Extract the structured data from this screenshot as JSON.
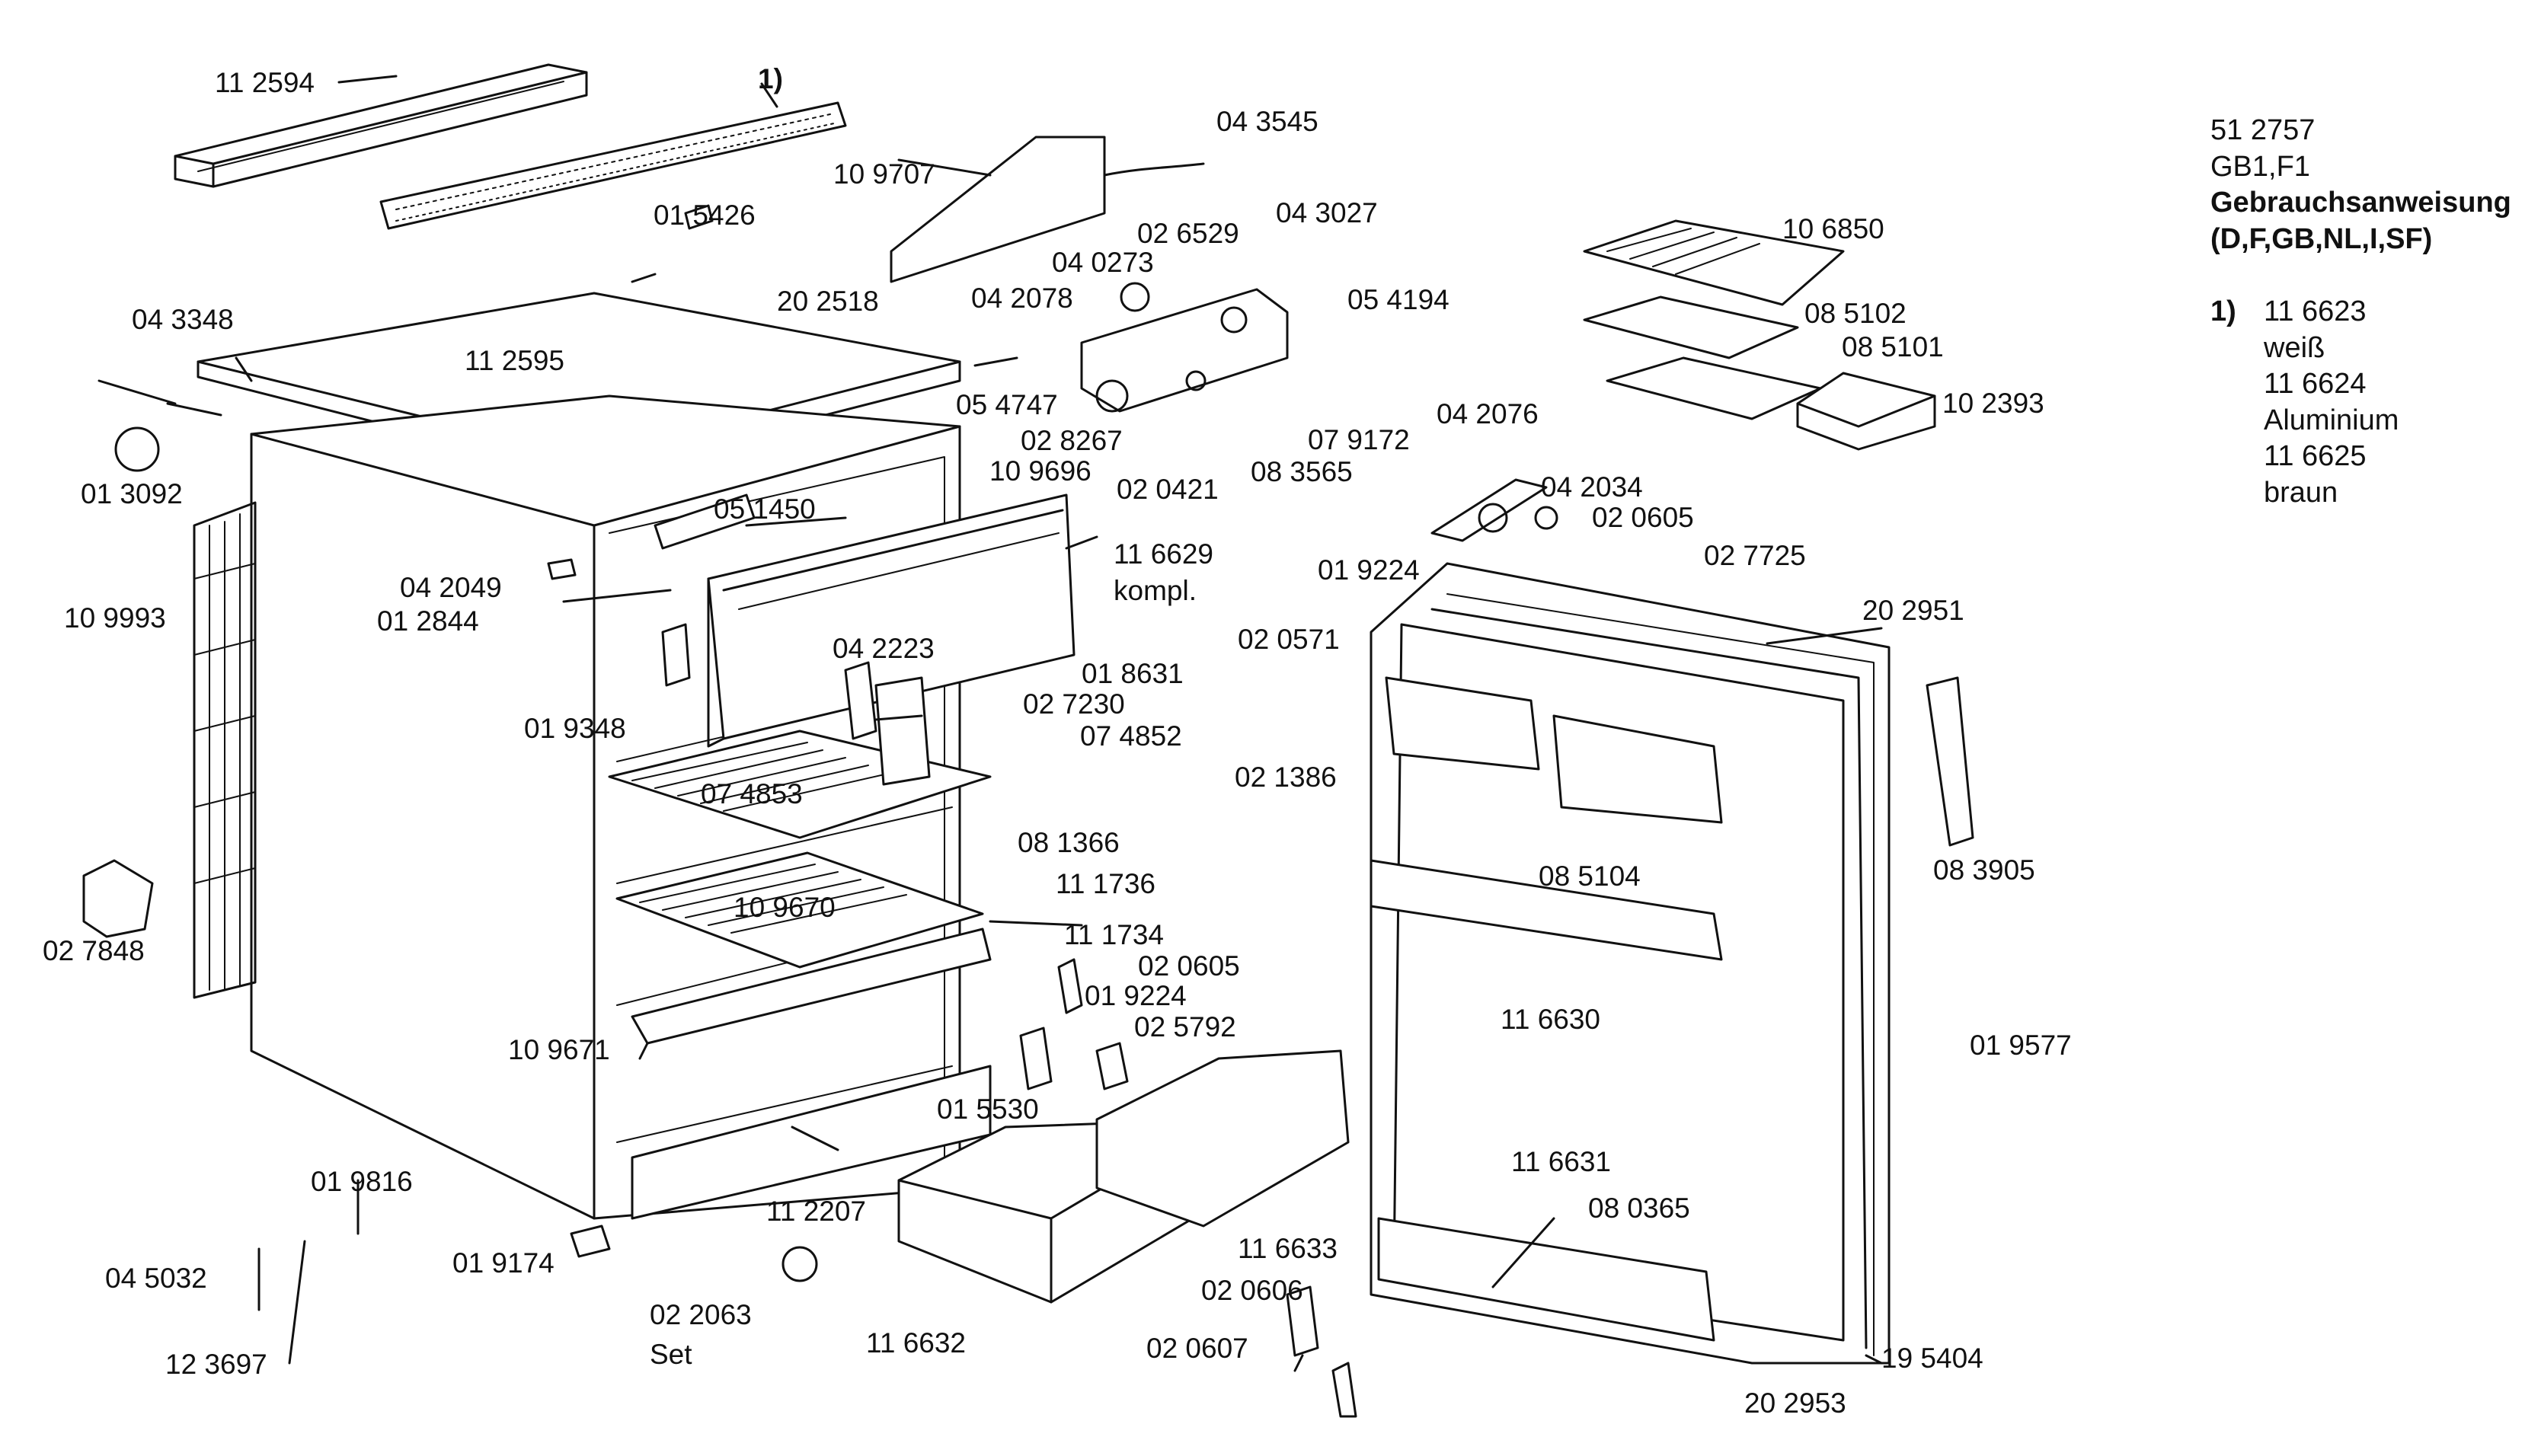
{
  "header": {
    "doc_number": "51 2757",
    "model": "GB1,F1",
    "manual_label": "Gebrauchsanweisung",
    "languages": "(D,F,GB,NL,I,SF)"
  },
  "footnote": {
    "marker": "1)",
    "options": [
      {
        "part": "11 6623",
        "color": "weiß"
      },
      {
        "part": "11 6624",
        "color": "Aluminium"
      },
      {
        "part": "11 6625",
        "color": "braun"
      }
    ]
  },
  "diagram_marker": "1)",
  "parts": [
    "11 2594",
    "01 5426",
    "10 9707",
    "04 3545",
    "04 3027",
    "02 6529",
    "04 0273",
    "04 2078",
    "10 6850",
    "08 5102",
    "08 5101",
    "10 2393",
    "04 3348",
    "11 2595",
    "20 2518",
    "05 4194",
    "05 4747",
    "02 8267",
    "07 9172",
    "04 2076",
    "01 3092",
    "02 0421",
    "08 3565",
    "10 9696",
    "05 1450",
    "11 6629",
    "kompl.",
    "04 2034",
    "02 0605",
    "02 7725",
    "04 2049",
    "01 2844",
    "01 9224",
    "10 9993",
    "20 2951",
    "02 0571",
    "01 8631",
    "04 2223",
    "02 7230",
    "01 9348",
    "07 4852",
    "02 1386",
    "07 4853",
    "08 1366",
    "08 5104",
    "08 3905",
    "10 9670",
    "11 1736",
    "11 1734",
    "02 0605",
    "01 9224",
    "02 7848",
    "02 5792",
    "11 6630",
    "01 9577",
    "10 9671",
    "01 5530",
    "11 6631",
    "08 0365",
    "01 9816",
    "11 2207",
    "04 5032",
    "01 9174",
    "11 6633",
    "02 0606",
    "02 2063",
    "Set",
    "11 6632",
    "02 0607",
    "19 5404",
    "12 3697",
    "20 2953"
  ]
}
